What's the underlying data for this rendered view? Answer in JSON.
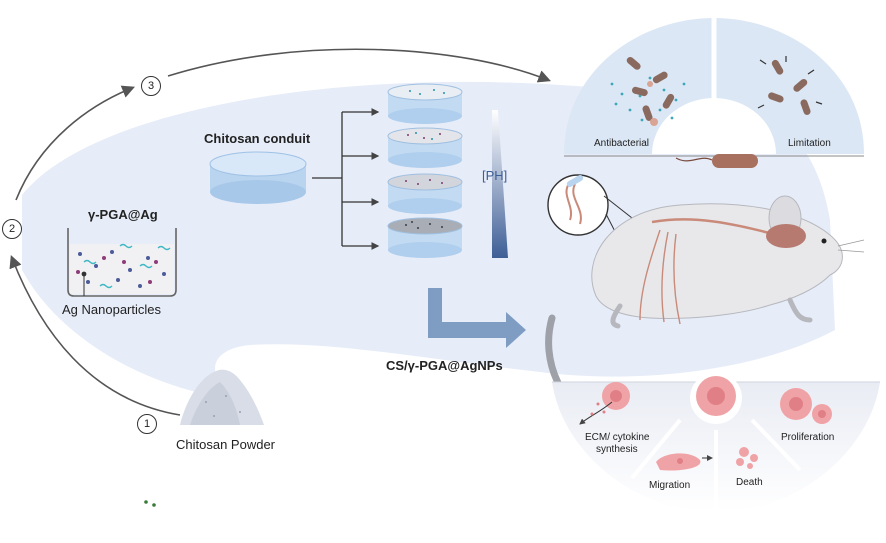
{
  "steps": [
    "1",
    "2",
    "3"
  ],
  "labels": {
    "chitosan_powder": "Chitosan Powder",
    "gpga_ag": "γ-PGA@Ag",
    "ag_nanoparticles": "Ag Nanoparticles",
    "chitosan_conduit": "Chitosan conduit",
    "ph": "[PH]",
    "product": "CS/γ-PGA@AgNPs",
    "antibacterial": "Antibacterial",
    "limitation": "Limitation",
    "ecm_line1": "ECM/ cytokine",
    "ecm_line2": "synthesis",
    "migration": "Migration",
    "death": "Death",
    "proliferation": "Proliferation"
  },
  "colors": {
    "background_flow": "#e6ecf8",
    "conduit_blue": "#b9d4ef",
    "arrow_dark": "#555555",
    "big_arrow": "#7f9dc3",
    "cell_pink": "#f0a3a6",
    "rat_body": "#e8e8ea",
    "nerve": "#c98a7a"
  }
}
